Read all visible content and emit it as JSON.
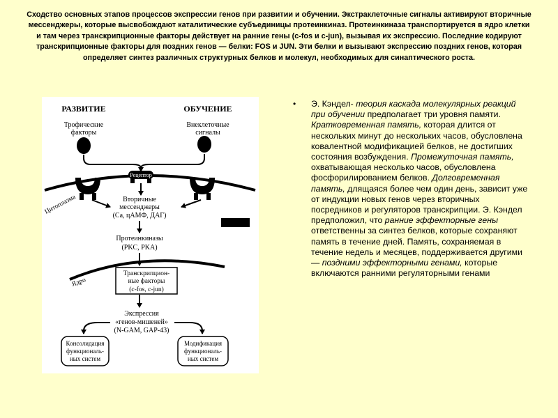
{
  "slide": {
    "title": "Сходство основных этапов процессов экспрессии генов при развитии и обучении. Экстраклеточные сигналы активируют вторичные мессенджеры, которые высвобождают каталитические субъединицы протеинкиназ. Протеинкиназа транспортируется в ядро клетки и там через транскрипционные факторы действует на ранние гены (c-fos и c-jun), вызывая их экспрессию. Последние кодируют транскрипционные факторы для поздних генов — белки: FOS и JUN. Эти белки и вызывают экспрессию поздних генов, которая определяет синтез различных структурных белков и молекул, необходимых для синаптического роста."
  },
  "diagram": {
    "development_label": "РАЗВИТИЕ",
    "learning_label": "ОБУЧЕНИЕ",
    "trophic_line1": "Трофические",
    "trophic_line2": "факторы",
    "extracellular_line1": "Внеклеточные",
    "extracellular_line2": "сигналы",
    "receptor_label": "Рецептор",
    "cytoplasm_label": "Цитоплазма",
    "second_line1": "Вторичные",
    "second_line2": "мессенджеры",
    "second_line3": "(Ca, цАМФ, ДАГ)",
    "kinases_line1": "Протеинкиназы",
    "kinases_line2": "(PKC, PKA)",
    "nucleus_label": "Ядро",
    "tf_line1": "Транскрипцион-",
    "tf_line2": "ные факторы",
    "tf_line3": "(c-fos, c-jun)",
    "expr_line1": "Экспрессия",
    "expr_line2": "«генов-мишеней»",
    "expr_line3": "(N-GAM, GAP-43)",
    "consol_line1": "Консолидация",
    "consol_line2": "функциональ-",
    "consol_line3": "ных систем",
    "modif_line1": "Модификация",
    "modif_line2": "функциональ-",
    "modif_line3": "ных систем"
  },
  "bullet": {
    "marker": "•",
    "p01": "Э. Кэндел- ",
    "p02": "теория каскада молекулярных реакций при обучении",
    "p03": " предполагает три уровня памяти. ",
    "p04": "Кратковременная память,",
    "p05": " которая длится от нескольких минут до нескольких часов, обусловлена ковалентной модификацией белков, не достигших состояния возбуждения. ",
    "p06": "Промежуточная память,",
    "p07": " охватывающая несколько часов, обусловлена фосфорилированием белков. ",
    "p08": "Долговременная память,",
    "p09": " длящаяся более чем один день, зависит уже от индукции новых генов через вторичных посредников и регуляторов транскрипции. Э. Кэндел предположил, что ",
    "p10": "ранние эффекторные гены",
    "p11": " ответственны за синтез белков, которые сохраняют память в течение дней. Память, сохраняемая в течение недель и месяцев, поддерживается другими — ",
    "p12": "поздними эффекторными генами,",
    "p13": " которые включаются ранними регуляторными генами"
  }
}
